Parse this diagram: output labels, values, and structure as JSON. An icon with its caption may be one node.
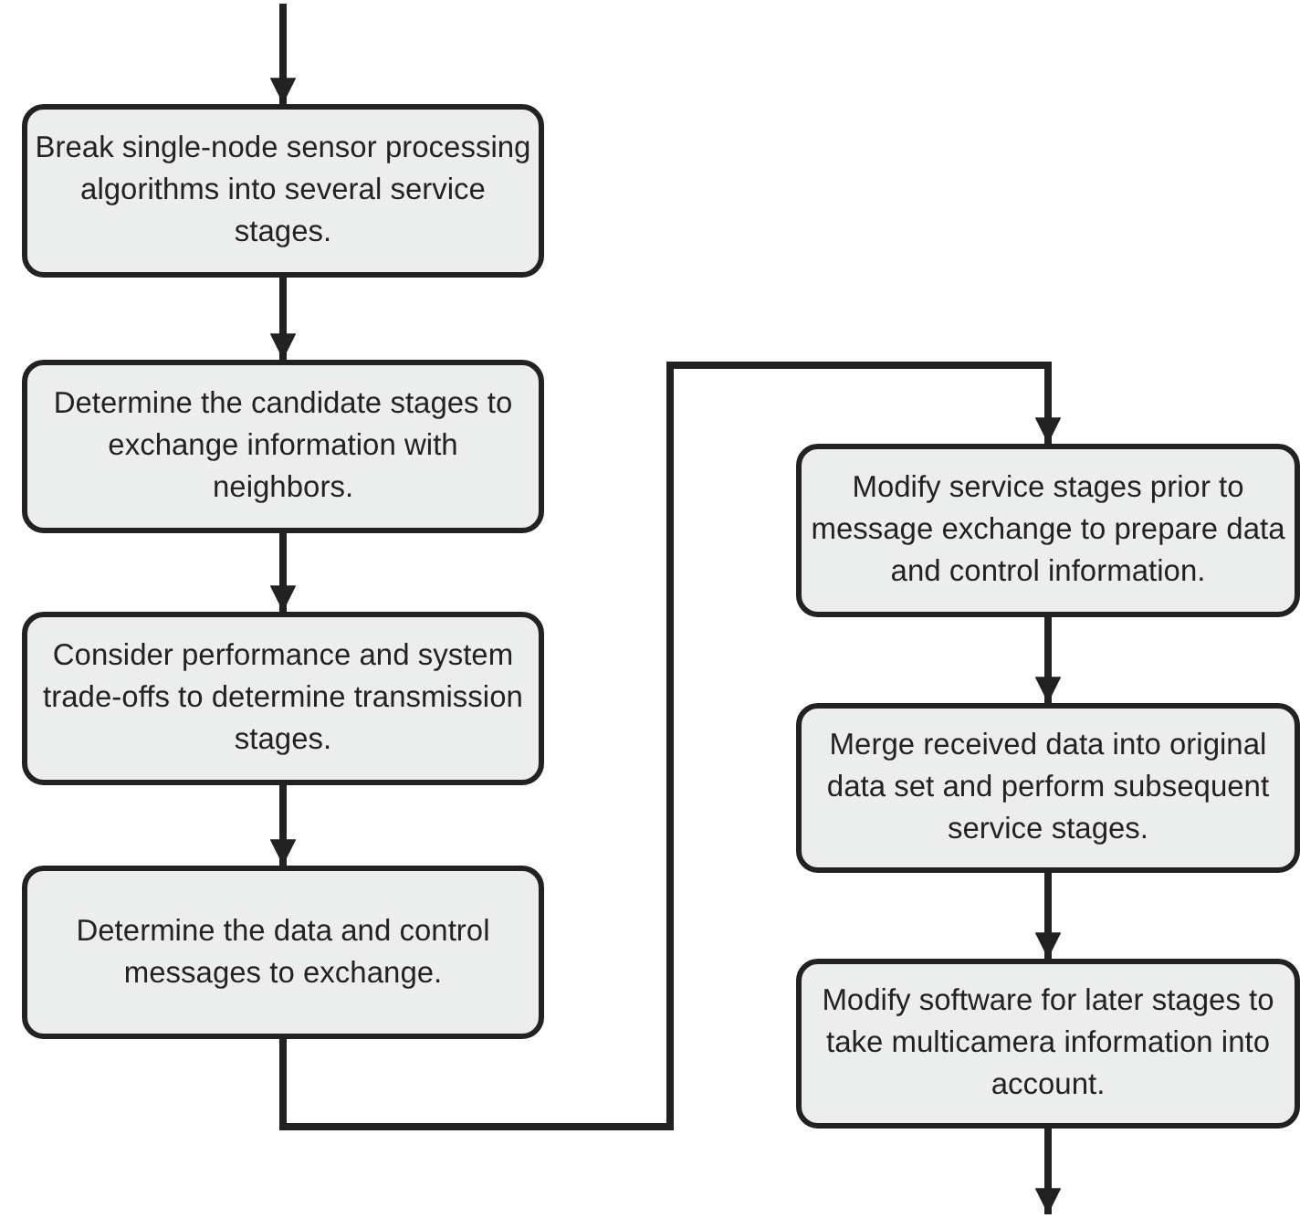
{
  "diagram": {
    "nodes": [
      {
        "text": [
          "Break single-node sensor processing algorithms into several service stages."
        ]
      },
      {
        "text": [
          "Determine the candidate stages to exchange information with neighbors."
        ]
      },
      {
        "text": [
          "Consider performance and system trade-offs to determine transmission stages."
        ]
      },
      {
        "text": [
          "Determine the data and control messages to exchange."
        ]
      },
      {
        "text": [
          "Modify service stages prior to message exchange to prepare data and control information."
        ]
      },
      {
        "text": [
          "Merge received data into original data set and perform subsequent service stages."
        ]
      },
      {
        "text": [
          "Modify software for later stages to take multicamera information into account."
        ]
      }
    ],
    "edges": [
      {
        "from": null,
        "to": 0,
        "arrow": "to"
      },
      {
        "from": 0,
        "to": 1,
        "arrow": "to"
      },
      {
        "from": 1,
        "to": 2,
        "arrow": "to"
      },
      {
        "from": 2,
        "to": 3,
        "arrow": "to"
      },
      {
        "from": 3,
        "to": 4,
        "arrow": "to"
      },
      {
        "from": 4,
        "to": 5,
        "arrow": "to"
      },
      {
        "from": 5,
        "to": 6,
        "arrow": "to"
      },
      {
        "from": 6,
        "to": null,
        "arrow": "to"
      }
    ]
  }
}
